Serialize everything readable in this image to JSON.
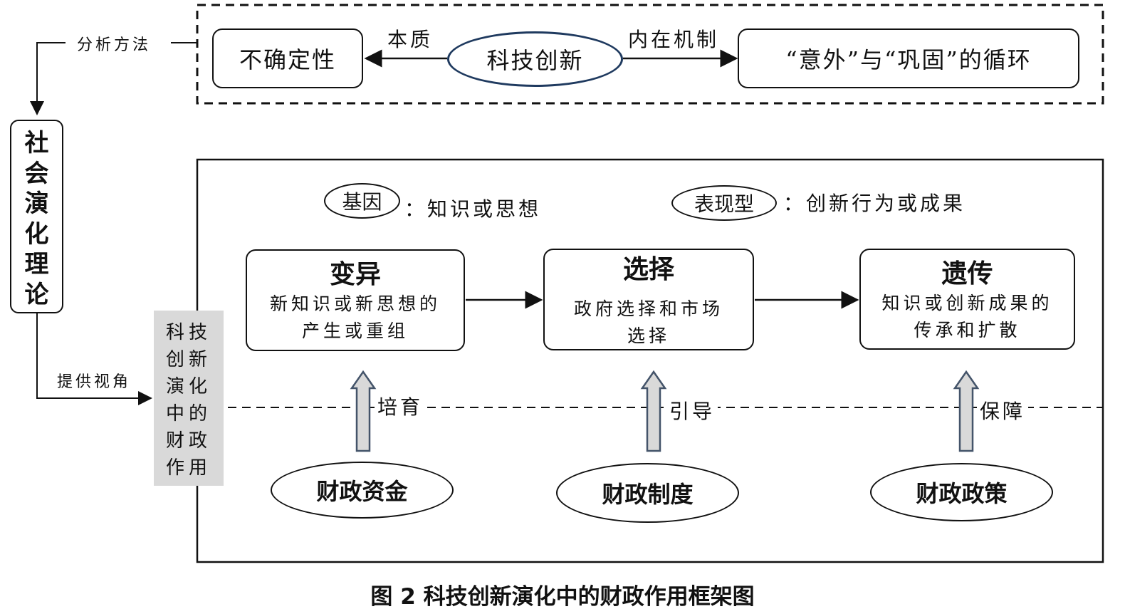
{
  "top_panel": {
    "left_box": "不确定性",
    "center_ellipse": "科技创新",
    "right_box": "“意外”与“巩固”的循环",
    "left_arrow_label": "本质",
    "right_arrow_label": "内在机制"
  },
  "side": {
    "analysis_method_label": "分析方法",
    "theory_box": [
      "社",
      "会",
      "演",
      "化",
      "理",
      "论"
    ],
    "perspective_label": "提供视角",
    "gray_box_lines": [
      "科技",
      "创新",
      "演化",
      "中的",
      "财政",
      "作用"
    ]
  },
  "legend": {
    "gene_term": "基因",
    "gene_desc": "：知识或思想",
    "phenotype_term": "表现型",
    "phenotype_desc": "：创新行为或成果"
  },
  "stages": [
    {
      "title": "变异",
      "desc_lines": [
        "新知识或新思想的",
        "产生或重组"
      ]
    },
    {
      "title": "选择",
      "desc_lines": [
        "政府选择和市场",
        "选择"
      ]
    },
    {
      "title": "遗传",
      "desc_lines": [
        "知识或创新成果的",
        "传承和扩散"
      ]
    }
  ],
  "fiscal": [
    {
      "tool": "财政资金",
      "action": "培育"
    },
    {
      "tool": "财政制度",
      "action": "引导"
    },
    {
      "tool": "财政政策",
      "action": "保障"
    }
  ],
  "caption": "图 2  科技创新演化中的财政作用框架图",
  "colors": {
    "ellipse_outline": "#1f3a5f",
    "arrow_fill": "#d9d9d9",
    "arrow_outline": "#44546a",
    "gray_box": "#d9d9d9"
  }
}
